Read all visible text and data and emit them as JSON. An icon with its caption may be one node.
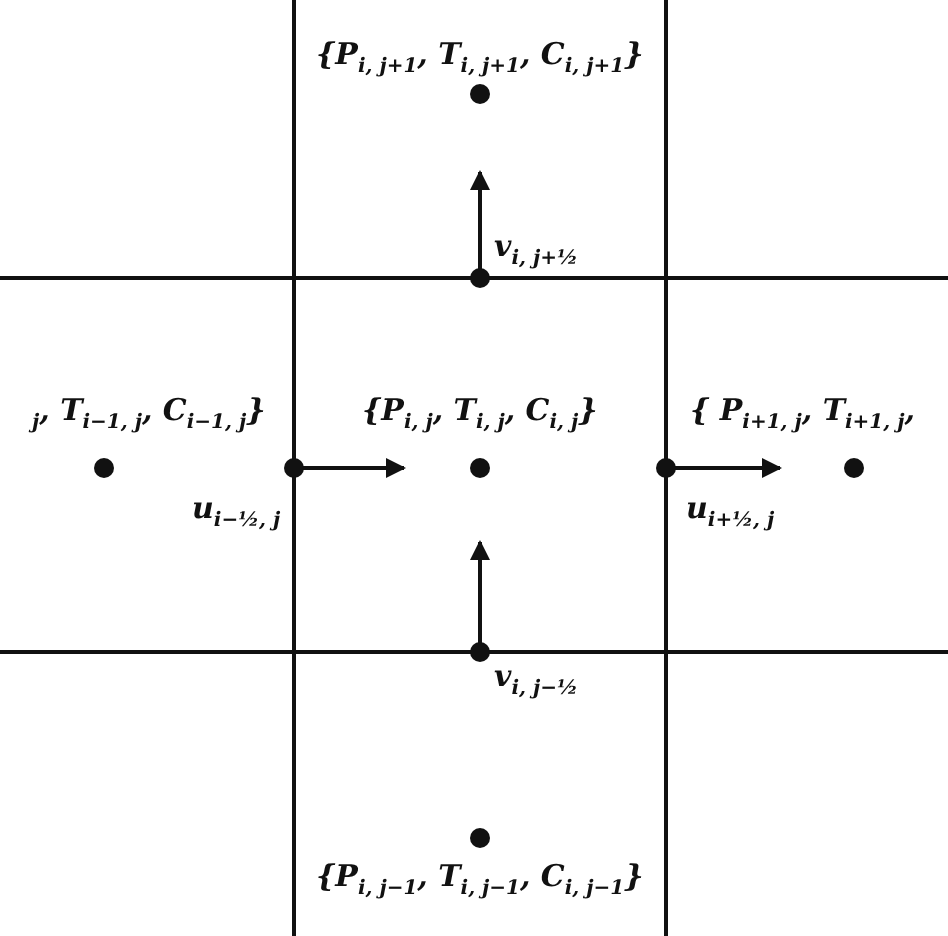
{
  "diagram": {
    "labels": [
      "{P$_{i, j+1}$, T$_{i, j+1}$, C$_{i, j+1}$}",
      "v$_{i, j+½}$",
      "$_{j}$, T$_{i−1, j}$, C$_{i−1, j}$}",
      "{P$_{i, j}$, T$_{i, j}$, C$_{i, j}$}",
      "{ P$_{i+1, j}$, T$_{i+1, j}$,",
      "u$_{i−½, j}$",
      "u$_{i+½, j}$",
      "v$_{i, j−½}$",
      "{P$_{i, j−1}$, T$_{i, j−1}$, C$_{i, j−1}$}"
    ]
  }
}
